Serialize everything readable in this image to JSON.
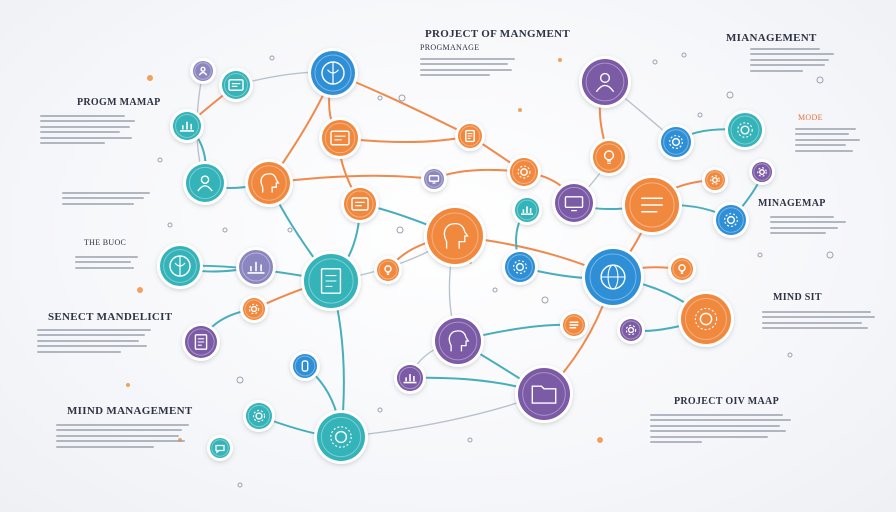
{
  "labels": {
    "project_of_mangment": "PROJECT OF MANGMENT",
    "progmanage_sub": "PROGMANAGE",
    "mianagement": "MIANAGEMENT",
    "progm_mamap": "PROGM MAMAP",
    "mode": "MODE",
    "minagemap": "MINAGEMAP",
    "the_buoc": "THE BUOC",
    "senect_mandelicit": "SENECT MANDELICIT",
    "mind_sit": "MIND SIT",
    "mind_management": "MIIND MANAGEMENT",
    "project_oiv_maap": "PROJECT OIV MAAP"
  },
  "colors": {
    "blue": "#2f8fd6",
    "teal": "#34b3b8",
    "orange": "#f0883e",
    "purple": "#7b5aa6",
    "lavender": "#8c86c0",
    "line_gray": "#b9c3cd",
    "line_orange": "#ef8a4c",
    "line_teal": "#49aebc",
    "text_dark": "#2e3345"
  },
  "nodes": [
    {
      "id": "n1",
      "color": "blue",
      "icon": "brain-icon"
    },
    {
      "id": "n2",
      "color": "orange",
      "icon": "board-icon"
    },
    {
      "id": "n3",
      "color": "purple",
      "icon": "person-icon"
    },
    {
      "id": "n4",
      "color": "teal",
      "icon": "chart-icon"
    },
    {
      "id": "n5",
      "color": "teal",
      "icon": "gear-icon"
    },
    {
      "id": "n6",
      "color": "orange",
      "icon": "document-icon"
    },
    {
      "id": "n7",
      "color": "orange",
      "icon": "head-icon"
    },
    {
      "id": "n8",
      "color": "purple",
      "icon": "screen-icon"
    },
    {
      "id": "n9",
      "color": "orange",
      "icon": "list-icon"
    },
    {
      "id": "n10",
      "color": "teal",
      "icon": "person-icon"
    },
    {
      "id": "n11",
      "color": "teal",
      "icon": "document-icon"
    },
    {
      "id": "n12",
      "color": "blue",
      "icon": "globe-icon"
    },
    {
      "id": "n13",
      "color": "orange",
      "icon": "gear-icon"
    },
    {
      "id": "n14",
      "color": "purple",
      "icon": "head-icon"
    },
    {
      "id": "n15",
      "color": "purple",
      "icon": "folder-icon"
    },
    {
      "id": "n16",
      "color": "teal",
      "icon": "gear-icon"
    },
    {
      "id": "n17",
      "color": "teal",
      "icon": "brain-icon"
    },
    {
      "id": "n18",
      "color": "blue",
      "icon": "gear-icon"
    },
    {
      "id": "n19",
      "color": "orange",
      "icon": "bulb-icon"
    },
    {
      "id": "n20",
      "color": "blue",
      "icon": "gear-icon"
    },
    {
      "id": "n21",
      "color": "teal",
      "icon": "board-icon"
    },
    {
      "id": "n22",
      "color": "orange",
      "icon": "board-icon"
    },
    {
      "id": "n23",
      "color": "purple",
      "icon": "document-icon"
    },
    {
      "id": "n24",
      "color": "lavender",
      "icon": "chart-icon"
    },
    {
      "id": "n25",
      "color": "teal",
      "icon": "gear-icon"
    },
    {
      "id": "n26",
      "color": "orange",
      "icon": "gear-icon"
    },
    {
      "id": "n27",
      "color": "blue",
      "icon": "gear-icon"
    },
    {
      "id": "n28",
      "color": "purple",
      "icon": "chart-icon"
    },
    {
      "id": "n29",
      "color": "orange",
      "icon": "list-icon"
    },
    {
      "id": "n30",
      "color": "blue",
      "icon": "phone-icon"
    },
    {
      "id": "n31",
      "color": "orange",
      "icon": "bulb-icon"
    },
    {
      "id": "n32",
      "color": "orange",
      "icon": "gear-icon"
    },
    {
      "id": "n33",
      "color": "purple",
      "icon": "gear-icon"
    },
    {
      "id": "n34",
      "color": "lavender",
      "icon": "person-icon"
    },
    {
      "id": "n35",
      "color": "teal",
      "icon": "chart-icon"
    },
    {
      "id": "n36",
      "color": "lavender",
      "icon": "screen-icon"
    },
    {
      "id": "n37",
      "color": "purple",
      "icon": "gear-icon"
    },
    {
      "id": "n38",
      "color": "orange",
      "icon": "gear-icon"
    },
    {
      "id": "n39",
      "color": "orange",
      "icon": "bulb-icon"
    },
    {
      "id": "n40",
      "color": "teal",
      "icon": "chat-icon"
    }
  ]
}
